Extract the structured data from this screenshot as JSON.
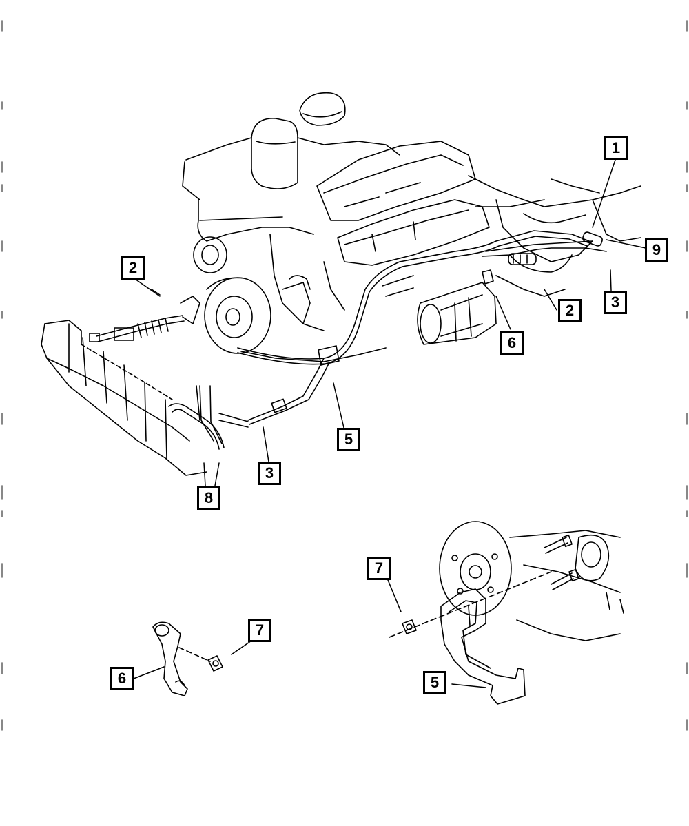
{
  "callouts": {
    "c1": "1",
    "c2_left": "2",
    "c2_right": "2",
    "c3_right": "3",
    "c3_bottom": "3",
    "c5_main": "5",
    "c5_detail": "5",
    "c6_main": "6",
    "c6_detail": "6",
    "c7_detail_left": "7",
    "c7_detail_right": "7",
    "c8": "8",
    "c9": "9"
  }
}
